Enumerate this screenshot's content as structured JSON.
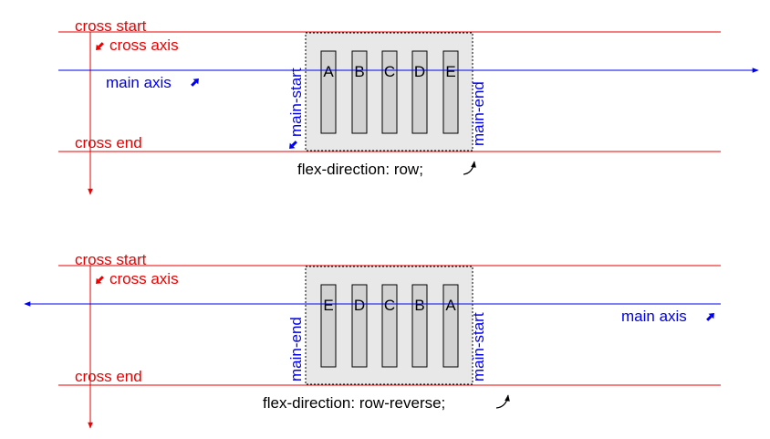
{
  "colors": {
    "cross": "#ee0000",
    "main": "#0000ee",
    "text": "#000000",
    "box_fill": "#e8e8e8",
    "item_fill": "#d2d2d2"
  },
  "icons": {
    "arrow": "arrow-icon",
    "curved_arrow": "curved-arrow-icon"
  },
  "diagrams": [
    {
      "cross_start": "cross start",
      "cross_axis": "cross axis",
      "cross_end": "cross end",
      "main_axis": "main axis",
      "main_start": "main-start",
      "main_end": "main-end",
      "caption": "flex-direction: row;",
      "items": [
        "A",
        "B",
        "C",
        "D",
        "E"
      ]
    },
    {
      "cross_start": "cross start",
      "cross_axis": "cross axis",
      "cross_end": "cross end",
      "main_axis": "main axis",
      "main_start": "main-start",
      "main_end": "main-end",
      "caption": "flex-direction: row-reverse;",
      "items": [
        "E",
        "D",
        "C",
        "B",
        "A"
      ]
    }
  ]
}
